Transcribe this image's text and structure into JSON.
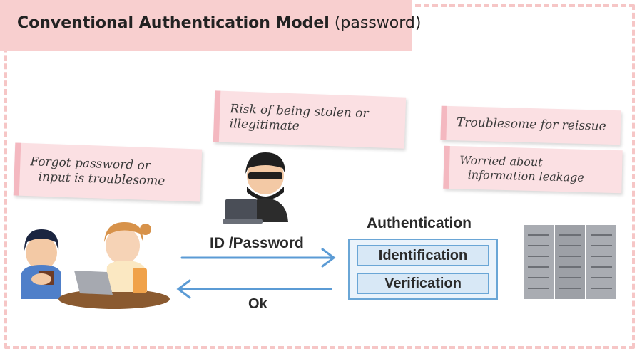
{
  "title": {
    "bold": "Conventional Authentication Model",
    "rest": "(password)"
  },
  "notes": {
    "user": [
      "Forgot password or",
      "input is troublesome"
    ],
    "attacker": [
      "Risk of being stolen or",
      "illegitimate"
    ],
    "reissue": [
      "Troublesome for reissue"
    ],
    "leakage": [
      "Worried about",
      "information leakage"
    ]
  },
  "flow": {
    "request_label": "ID /Password",
    "response_label": "Ok"
  },
  "auth": {
    "heading": "Authentication",
    "items": [
      "Identification",
      "Verification"
    ]
  },
  "colors": {
    "accent_pink": "#f8cfcf",
    "arrow_blue": "#5b9bd5",
    "box_blue": "#6aa6d6"
  }
}
